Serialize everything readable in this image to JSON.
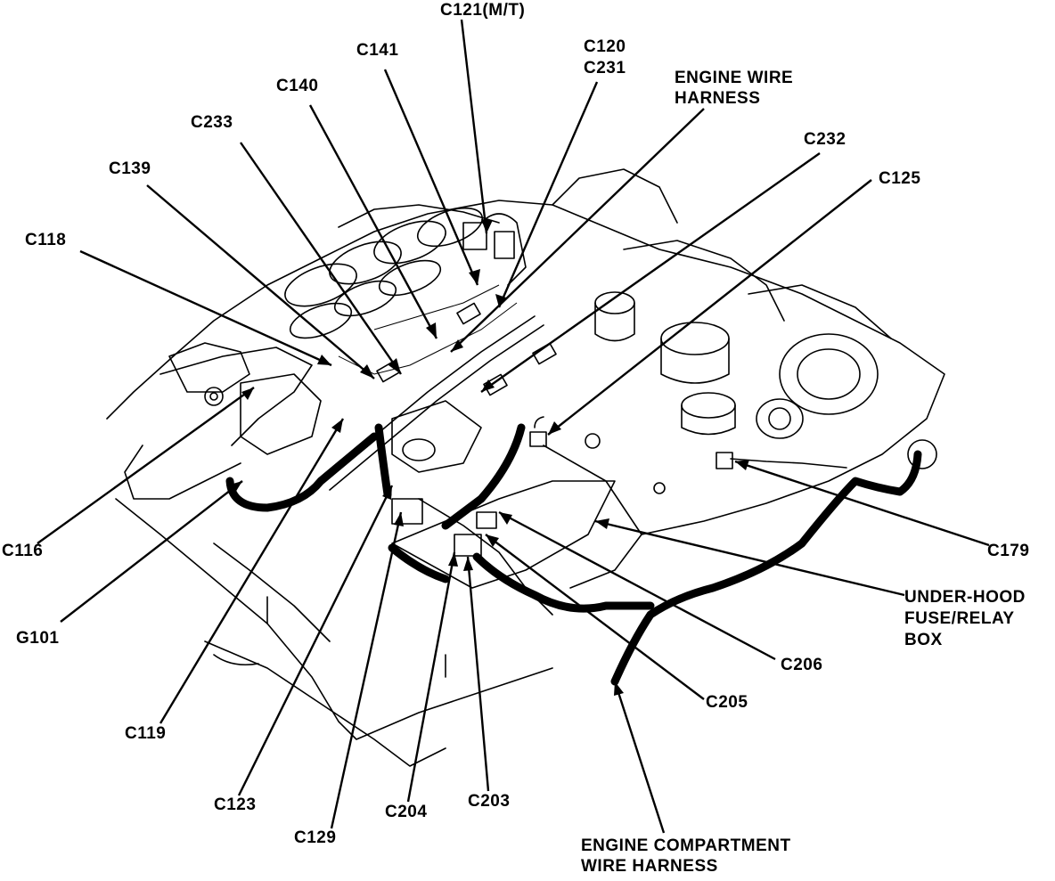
{
  "labels": {
    "c121": "C121(M/T)",
    "c141": "C141",
    "c120": "C120",
    "c231": "C231",
    "engine_wire_harness_1": "ENGINE WIRE",
    "engine_wire_harness_2": "HARNESS",
    "c140": "C140",
    "c233": "C233",
    "c232": "C232",
    "c139": "C139",
    "c125": "C125",
    "c118": "C118",
    "c116": "C116",
    "c179": "C179",
    "fuse_box_1": "UNDER-HOOD",
    "fuse_box_2": "FUSE/RELAY",
    "fuse_box_3": "BOX",
    "g101": "G101",
    "c206": "C206",
    "c205": "C205",
    "c119": "C119",
    "c123": "C123",
    "c204": "C204",
    "c203": "C203",
    "c129": "C129",
    "engine_compartment_1": "ENGINE COMPARTMENT",
    "engine_compartment_2": "WIRE HARNESS"
  },
  "colors": {
    "ink": "#000000",
    "paper": "#ffffff"
  }
}
